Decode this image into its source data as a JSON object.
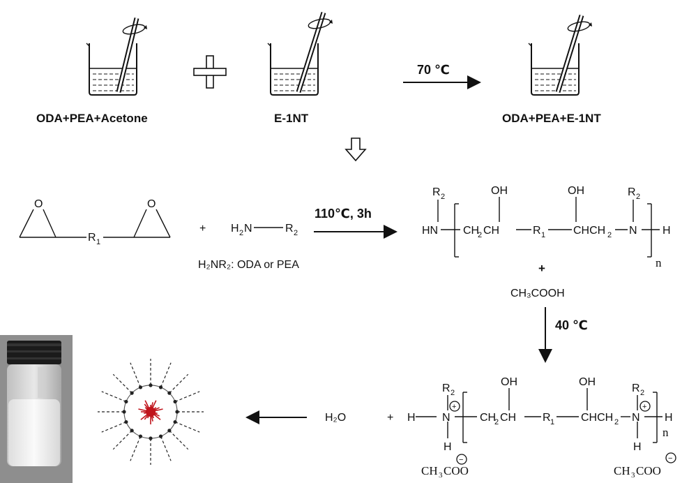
{
  "labels": {
    "beaker1": "ODA+PEA+Acetone",
    "beaker2": "E-1NT",
    "beaker3": "ODA+PEA+E-1NT",
    "note": "H₂NR₂: ODA or PEA"
  },
  "conditions": {
    "step1": "70 ℃",
    "step2": "110℃, 3h",
    "step3": "40 ℃"
  },
  "chem": {
    "epoxy_o1": "O",
    "epoxy_o2": "O",
    "r1": "R",
    "sub1": "1",
    "plus_small": "+",
    "amine_h": "H",
    "amine_sub2": "2",
    "amine_n": "N",
    "amine_r": "R",
    "amine_rsub": "2",
    "p1_r2": "R",
    "p1_r2sub": "2",
    "p1_hn": "HN",
    "p1_ch2ch": "CH",
    "p1_ch2ch_sub": "2",
    "p1_ch2ch_tail": "CH",
    "p1_oh1": "OH",
    "p1_r1": "R",
    "p1_r1sub": "1",
    "p1_oh2": "OH",
    "p1_chch2": "CHCH",
    "p1_chch2_sub": "2",
    "p1_n": "N",
    "p1_r2b": "R",
    "p1_r2bsub": "2",
    "p1_h": "H",
    "p1_n_sub": "n",
    "plus_mid": "+",
    "acid": "CH₃COOH",
    "water": "H₂O",
    "plus_bottom": "+",
    "p2_h_left": "H",
    "p2_n1": "N",
    "p2_r2a": "R",
    "p2_r2a_sub": "2",
    "p2_h_under1": "H",
    "p2_ch2ch": "CH",
    "p2_ch2ch_sub": "2",
    "p2_ch2ch_tail": "CH",
    "p2_oh1": "OH",
    "p2_r1": "R",
    "p2_r1sub": "1",
    "p2_oh2": "OH",
    "p2_chch2": "CHCH",
    "p2_chch2_sub": "2",
    "p2_n2": "N",
    "p2_r2b": "R",
    "p2_r2b_sub": "2",
    "p2_h_under2": "H",
    "p2_h_right": "H",
    "p2_n_sub": "n",
    "counter1": "CH",
    "counter1_sub": "3",
    "counter1_tail": "COO",
    "counter2": "CH",
    "counter2_sub": "3",
    "counter2_tail": "COO",
    "charge_plus": "+",
    "charge_minus": "−"
  },
  "colors": {
    "micelle_core": "#c0141c",
    "vial_cap": "#1b1b1b",
    "vial_liquid": "#f4f4f2"
  }
}
